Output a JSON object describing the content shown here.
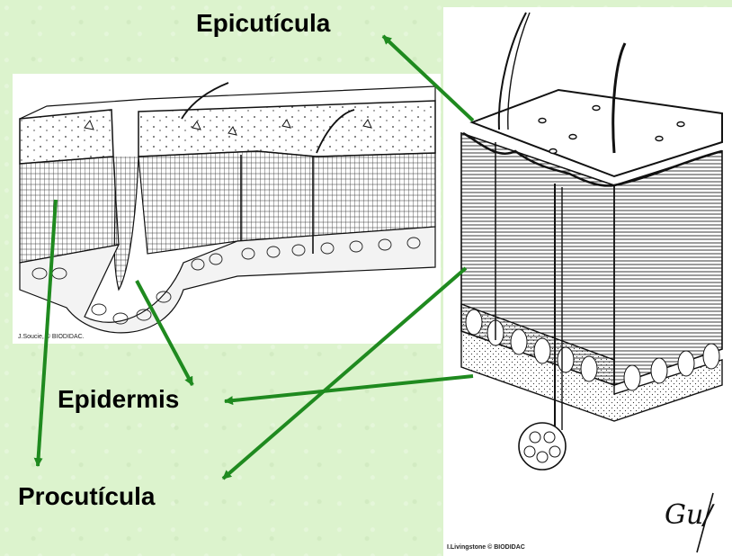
{
  "labels": {
    "epicuticula": "Epicutícula",
    "epidermis": "Epidermis",
    "procuticula": "Procutícula"
  },
  "credits": {
    "left": "J.Soucie, © BIODIDAC.",
    "right": "I.Livingstone © BIODIDAC"
  },
  "handwriting": "Gu/",
  "colors": {
    "background": "#dcf3cd",
    "arrow": "#1f8a1f",
    "label": "#000000"
  }
}
